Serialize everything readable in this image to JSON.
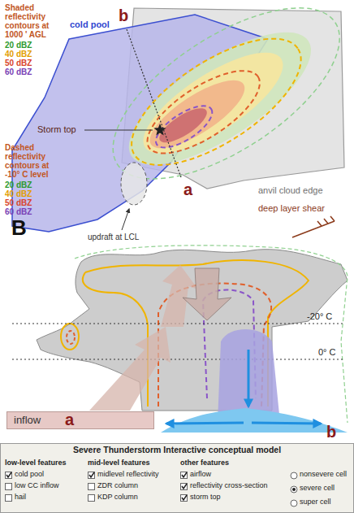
{
  "diagram": {
    "nodes": [
      {
        "text": [
          "Severe Thunderstorm Interactive conceptual model"
        ]
      },
      {
        "text": [
          "inflow"
        ]
      }
    ],
    "labels": [
      "Shaded reflectivity contours at 1000 ' AGL",
      "20 dBZ",
      "40 dBZ",
      "50 dBZ",
      "60 dBZ",
      "cold pool",
      "b",
      "Storm top",
      "Dashed reflectivity contours at -10° C level",
      "20 dBZ",
      "40 dBZ",
      "50 dBZ",
      "60 dBZ",
      "a",
      "anvil cloud edge",
      "B",
      "deep layer shear",
      "updraft at LCL",
      "-20° C",
      "0° C",
      "a",
      "b",
      "low-level features",
      "cold pool",
      "low CC inflow",
      "hail",
      "mid-level features",
      "midlevel reflectivity",
      "ZDR column",
      "KDP column",
      "other features",
      "airflow",
      "reflectivity cross-section",
      "storm top",
      "nonsevere cell",
      "severe cell",
      "super cell"
    ]
  }
}
